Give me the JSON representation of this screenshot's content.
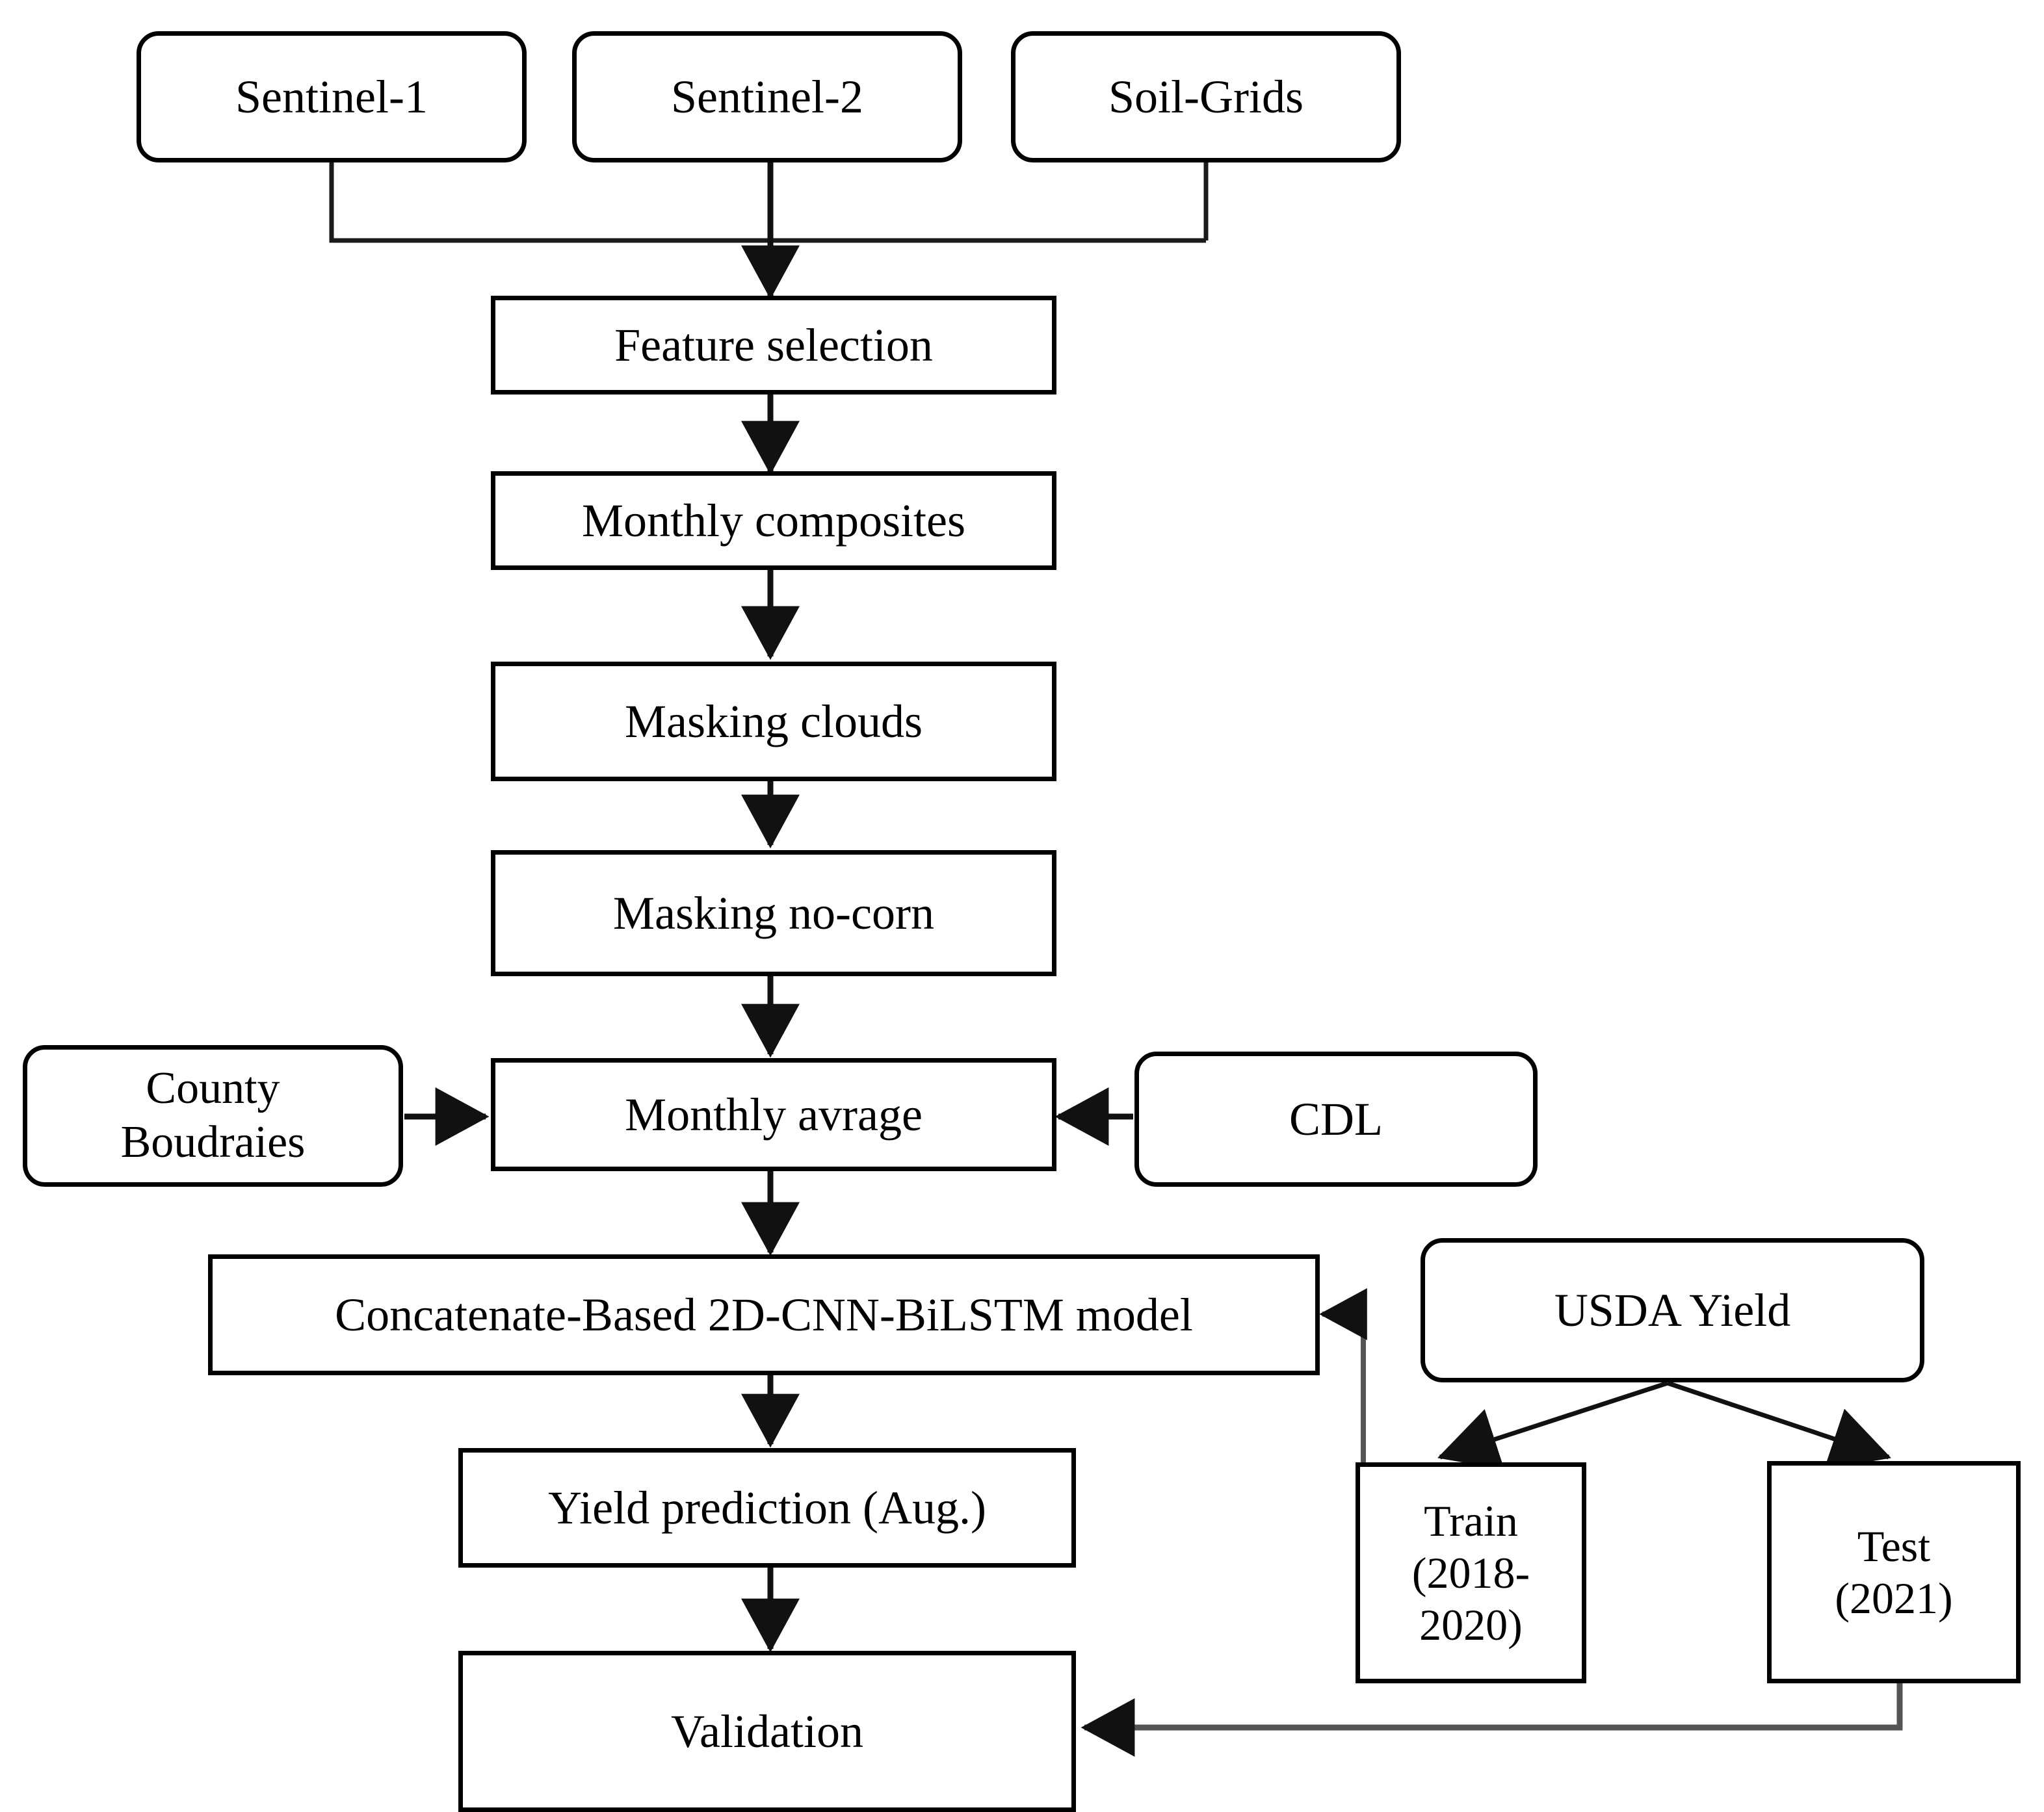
{
  "diagram": {
    "title": "Corn yield prediction workflow flowchart",
    "colors": {
      "line": "#1a1a1a",
      "thin_line": "#555555",
      "box_border": "#000000",
      "background": "#ffffff"
    },
    "nodes": {
      "sentinel1": {
        "label": "Sentinel-1",
        "shape": "rounded-rect"
      },
      "sentinel2": {
        "label": "Sentinel-2",
        "shape": "rounded-rect"
      },
      "soilgrids": {
        "label": "Soil-Grids",
        "shape": "rounded-rect"
      },
      "feature_selection": {
        "label": "Feature selection",
        "shape": "rect"
      },
      "monthly_composites": {
        "label": "Monthly composites",
        "shape": "rect"
      },
      "masking_clouds": {
        "label": "Masking clouds",
        "shape": "rect"
      },
      "masking_no_corn": {
        "label": "Masking no-corn",
        "shape": "rect"
      },
      "monthly_average": {
        "label": "Monthly avrage",
        "shape": "rect"
      },
      "county_boundaries": {
        "label": "County\nBoudraies",
        "line1": "County",
        "line2": "Boudraies",
        "shape": "rounded-rect"
      },
      "cdl": {
        "label": "CDL",
        "shape": "rounded-rect"
      },
      "model": {
        "label": "Concatenate-Based 2D-CNN-BiLSTM model",
        "shape": "rect"
      },
      "usda_yield": {
        "label": "USDA Yield",
        "shape": "rounded-rect"
      },
      "train": {
        "label": "Train (2018-2020)",
        "line1": "Train",
        "line2": "(2018-",
        "line3": "2020)",
        "shape": "rect"
      },
      "test": {
        "label": "Test (2021)",
        "line1": "Test",
        "line2": "(2021)",
        "shape": "rect"
      },
      "yield_prediction": {
        "label": "Yield prediction (Aug.)",
        "shape": "rect"
      },
      "validation": {
        "label": "Validation",
        "shape": "rect"
      }
    },
    "edges": [
      {
        "from": "sentinel1",
        "to": "feature_selection",
        "style": "elbow-merge"
      },
      {
        "from": "sentinel2",
        "to": "feature_selection",
        "style": "straight-arrow"
      },
      {
        "from": "soilgrids",
        "to": "feature_selection",
        "style": "elbow-merge"
      },
      {
        "from": "feature_selection",
        "to": "monthly_composites",
        "style": "straight-arrow"
      },
      {
        "from": "monthly_composites",
        "to": "masking_clouds",
        "style": "straight-arrow"
      },
      {
        "from": "masking_clouds",
        "to": "masking_no_corn",
        "style": "straight-arrow"
      },
      {
        "from": "masking_no_corn",
        "to": "monthly_average",
        "style": "straight-arrow"
      },
      {
        "from": "county_boundaries",
        "to": "monthly_average",
        "style": "straight-arrow"
      },
      {
        "from": "cdl",
        "to": "monthly_average",
        "style": "straight-arrow"
      },
      {
        "from": "monthly_average",
        "to": "model",
        "style": "straight-arrow"
      },
      {
        "from": "model",
        "to": "yield_prediction",
        "style": "straight-arrow"
      },
      {
        "from": "yield_prediction",
        "to": "validation",
        "style": "straight-arrow"
      },
      {
        "from": "usda_yield",
        "to": "train",
        "style": "diagonal-arrow"
      },
      {
        "from": "usda_yield",
        "to": "test",
        "style": "diagonal-arrow"
      },
      {
        "from": "train",
        "to": "model",
        "style": "elbow-feedback-arrow"
      },
      {
        "from": "test",
        "to": "validation",
        "style": "elbow-arrow"
      }
    ]
  }
}
